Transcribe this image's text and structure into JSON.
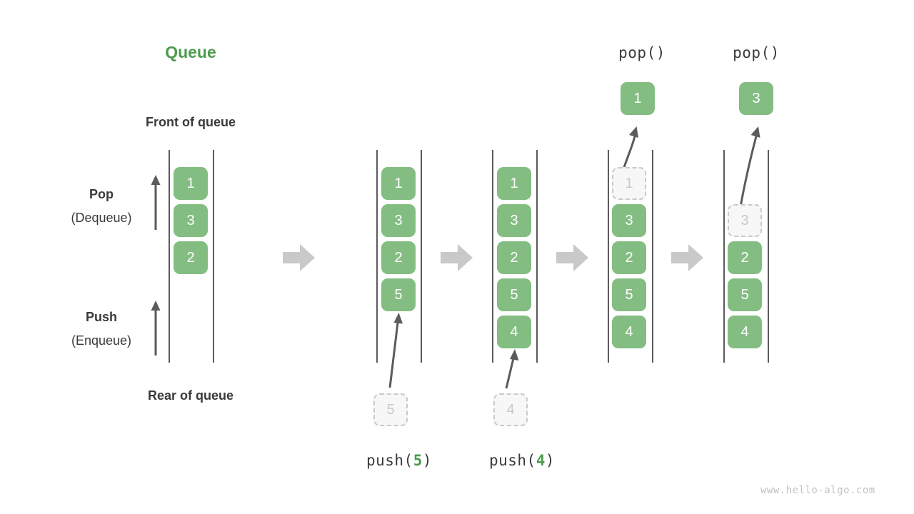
{
  "diagram": {
    "title": "Queue",
    "title_color": "#4e9a4e",
    "box_color": "#84bd82",
    "ghost_color": "#c9c9c9",
    "rail_color": "#5b5b5b",
    "arrow_color": "#5b5b5b",
    "sep_arrow_color": "#c9c9c9",
    "watermark": "www.hello-algo.com"
  },
  "labels": {
    "front_of_queue": "Front of queue",
    "rear_of_queue": "Rear of queue",
    "pop_title": "Pop",
    "pop_sub": "(Dequeue)",
    "push_title": "Push",
    "push_sub": "(Enqueue)"
  },
  "operations": {
    "push5_text": "push(",
    "push5_arg": "5",
    "push5_close": ")",
    "push4_text": "push(",
    "push4_arg": "4",
    "push4_close": ")",
    "pop1_label": "pop()",
    "pop2_label": "pop()"
  },
  "stages": [
    {
      "name": "initial",
      "items": [
        {
          "value": "1",
          "state": "filled"
        },
        {
          "value": "3",
          "state": "filled"
        },
        {
          "value": "2",
          "state": "filled"
        }
      ],
      "incoming": null,
      "outgoing": null,
      "caption": null
    },
    {
      "name": "after-push-5",
      "items": [
        {
          "value": "1",
          "state": "filled"
        },
        {
          "value": "3",
          "state": "filled"
        },
        {
          "value": "2",
          "state": "filled"
        },
        {
          "value": "5",
          "state": "filled"
        }
      ],
      "incoming": {
        "value": "5",
        "state": "ghost"
      },
      "outgoing": null,
      "caption": "push(5)"
    },
    {
      "name": "after-push-4",
      "items": [
        {
          "value": "1",
          "state": "filled"
        },
        {
          "value": "3",
          "state": "filled"
        },
        {
          "value": "2",
          "state": "filled"
        },
        {
          "value": "5",
          "state": "filled"
        },
        {
          "value": "4",
          "state": "filled"
        }
      ],
      "incoming": {
        "value": "4",
        "state": "ghost"
      },
      "outgoing": null,
      "caption": "push(4)"
    },
    {
      "name": "after-pop-1",
      "items": [
        {
          "value": "1",
          "state": "ghost"
        },
        {
          "value": "3",
          "state": "filled"
        },
        {
          "value": "2",
          "state": "filled"
        },
        {
          "value": "5",
          "state": "filled"
        },
        {
          "value": "4",
          "state": "filled"
        }
      ],
      "incoming": null,
      "outgoing": {
        "value": "1",
        "state": "filled"
      },
      "caption": "pop()"
    },
    {
      "name": "after-pop-3",
      "items": [
        {
          "value": "3",
          "state": "ghost"
        },
        {
          "value": "2",
          "state": "filled"
        },
        {
          "value": "5",
          "state": "filled"
        },
        {
          "value": "4",
          "state": "filled"
        }
      ],
      "incoming": null,
      "outgoing": {
        "value": "3",
        "state": "filled"
      },
      "caption": "pop()"
    }
  ],
  "values": {
    "s0_b0": "1",
    "s0_b1": "3",
    "s0_b2": "2",
    "s1_b0": "1",
    "s1_b1": "3",
    "s1_b2": "2",
    "s1_b3": "5",
    "s1_in": "5",
    "s2_b0": "1",
    "s2_b1": "3",
    "s2_b2": "2",
    "s2_b3": "5",
    "s2_b4": "4",
    "s2_in": "4",
    "s3_b0": "1",
    "s3_b1": "3",
    "s3_b2": "2",
    "s3_b3": "5",
    "s3_b4": "4",
    "s3_out": "1",
    "s4_b0": "3",
    "s4_b1": "2",
    "s4_b2": "5",
    "s4_b3": "4",
    "s4_out": "3"
  }
}
